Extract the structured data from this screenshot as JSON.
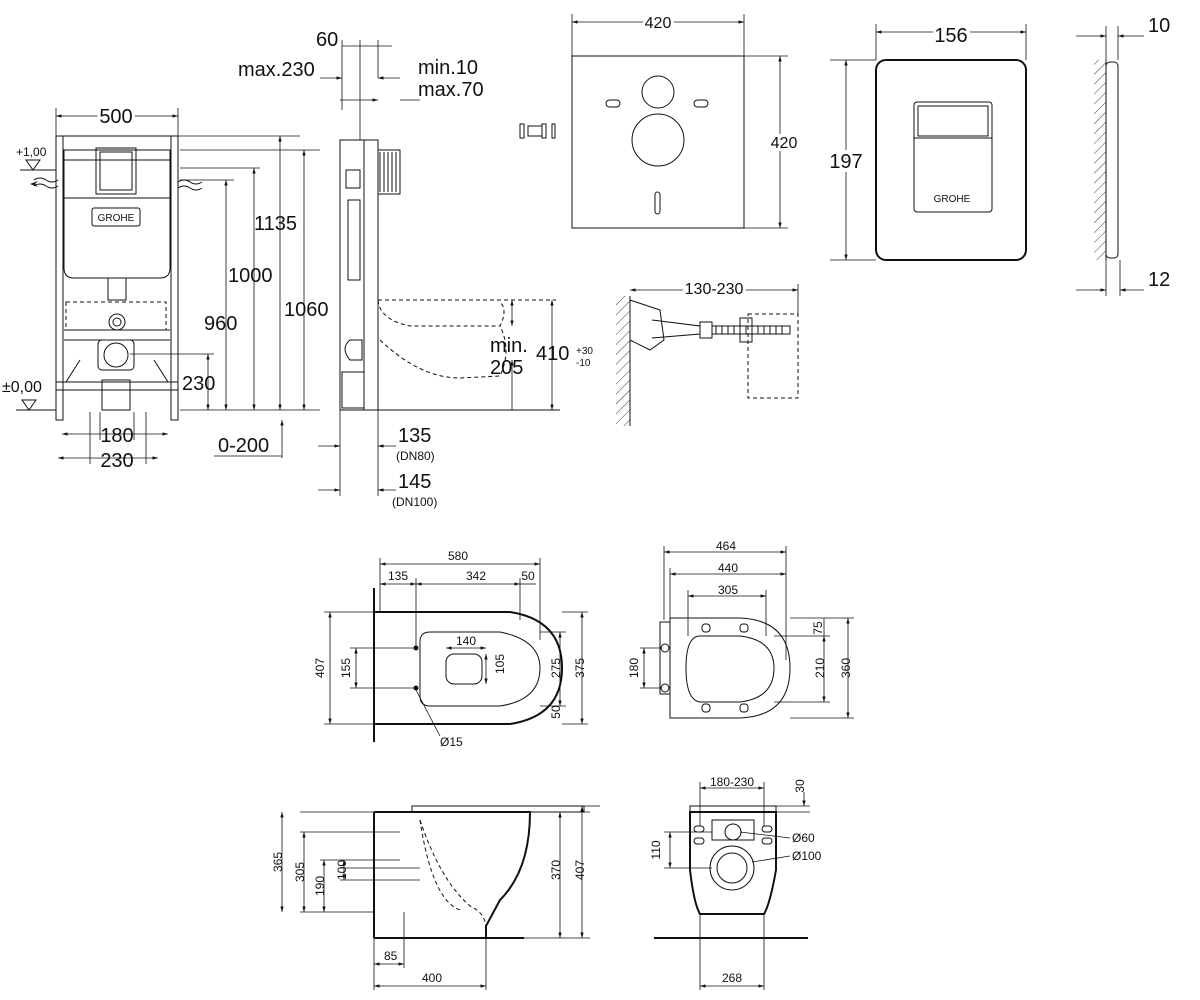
{
  "frame": {
    "dim_width": "500",
    "level_top": "+1,00",
    "level_zero": "±0,00",
    "logo": "GROHE",
    "dim_1135": "1135",
    "dim_1000": "1000",
    "dim_960": "960",
    "dim_1060": "1060",
    "dim_230": "230",
    "dim_180": "180",
    "dim_230b": "230",
    "dim_0_200": "0-200"
  },
  "side": {
    "dim_60": "60",
    "dim_max230": "max.230",
    "dim_min10": "min.10",
    "dim_max70": "max.70",
    "dim_min": "min.",
    "dim_205": "205",
    "dim_410": "410",
    "dim_410_sup": "+30",
    "dim_410_sub": "-10",
    "dim_135": "135",
    "dim_dn80": "(DN80)",
    "dim_145": "145",
    "dim_dn100": "(DN100)"
  },
  "mat": {
    "dim_w": "420",
    "dim_h": "420"
  },
  "bracket": {
    "dim": "130-230"
  },
  "plate": {
    "dim_w": "156",
    "dim_h": "197"
  },
  "plate_side": {
    "dim_top": "10",
    "dim_bottom": "12"
  },
  "bowl_top": {
    "d580": "580",
    "d135": "135",
    "d342": "342",
    "d50": "50",
    "d140": "140",
    "d105": "105",
    "d155": "155",
    "d407": "407",
    "d275": "275",
    "d375": "375",
    "d50b": "50",
    "d15": "Ø15"
  },
  "seat_top": {
    "d464": "464",
    "d440": "440",
    "d305": "305",
    "d180": "180",
    "d75": "75",
    "d210": "210",
    "d360": "360"
  },
  "bowl_side": {
    "d365": "365",
    "d305": "305",
    "d190": "190",
    "d100": "100",
    "d370": "370",
    "d407": "407",
    "d85": "85",
    "d400": "400"
  },
  "bowl_back": {
    "d180_230": "180-230",
    "d30": "30",
    "d110": "110",
    "d60": "Ø60",
    "d100": "Ø100",
    "d268": "268"
  }
}
